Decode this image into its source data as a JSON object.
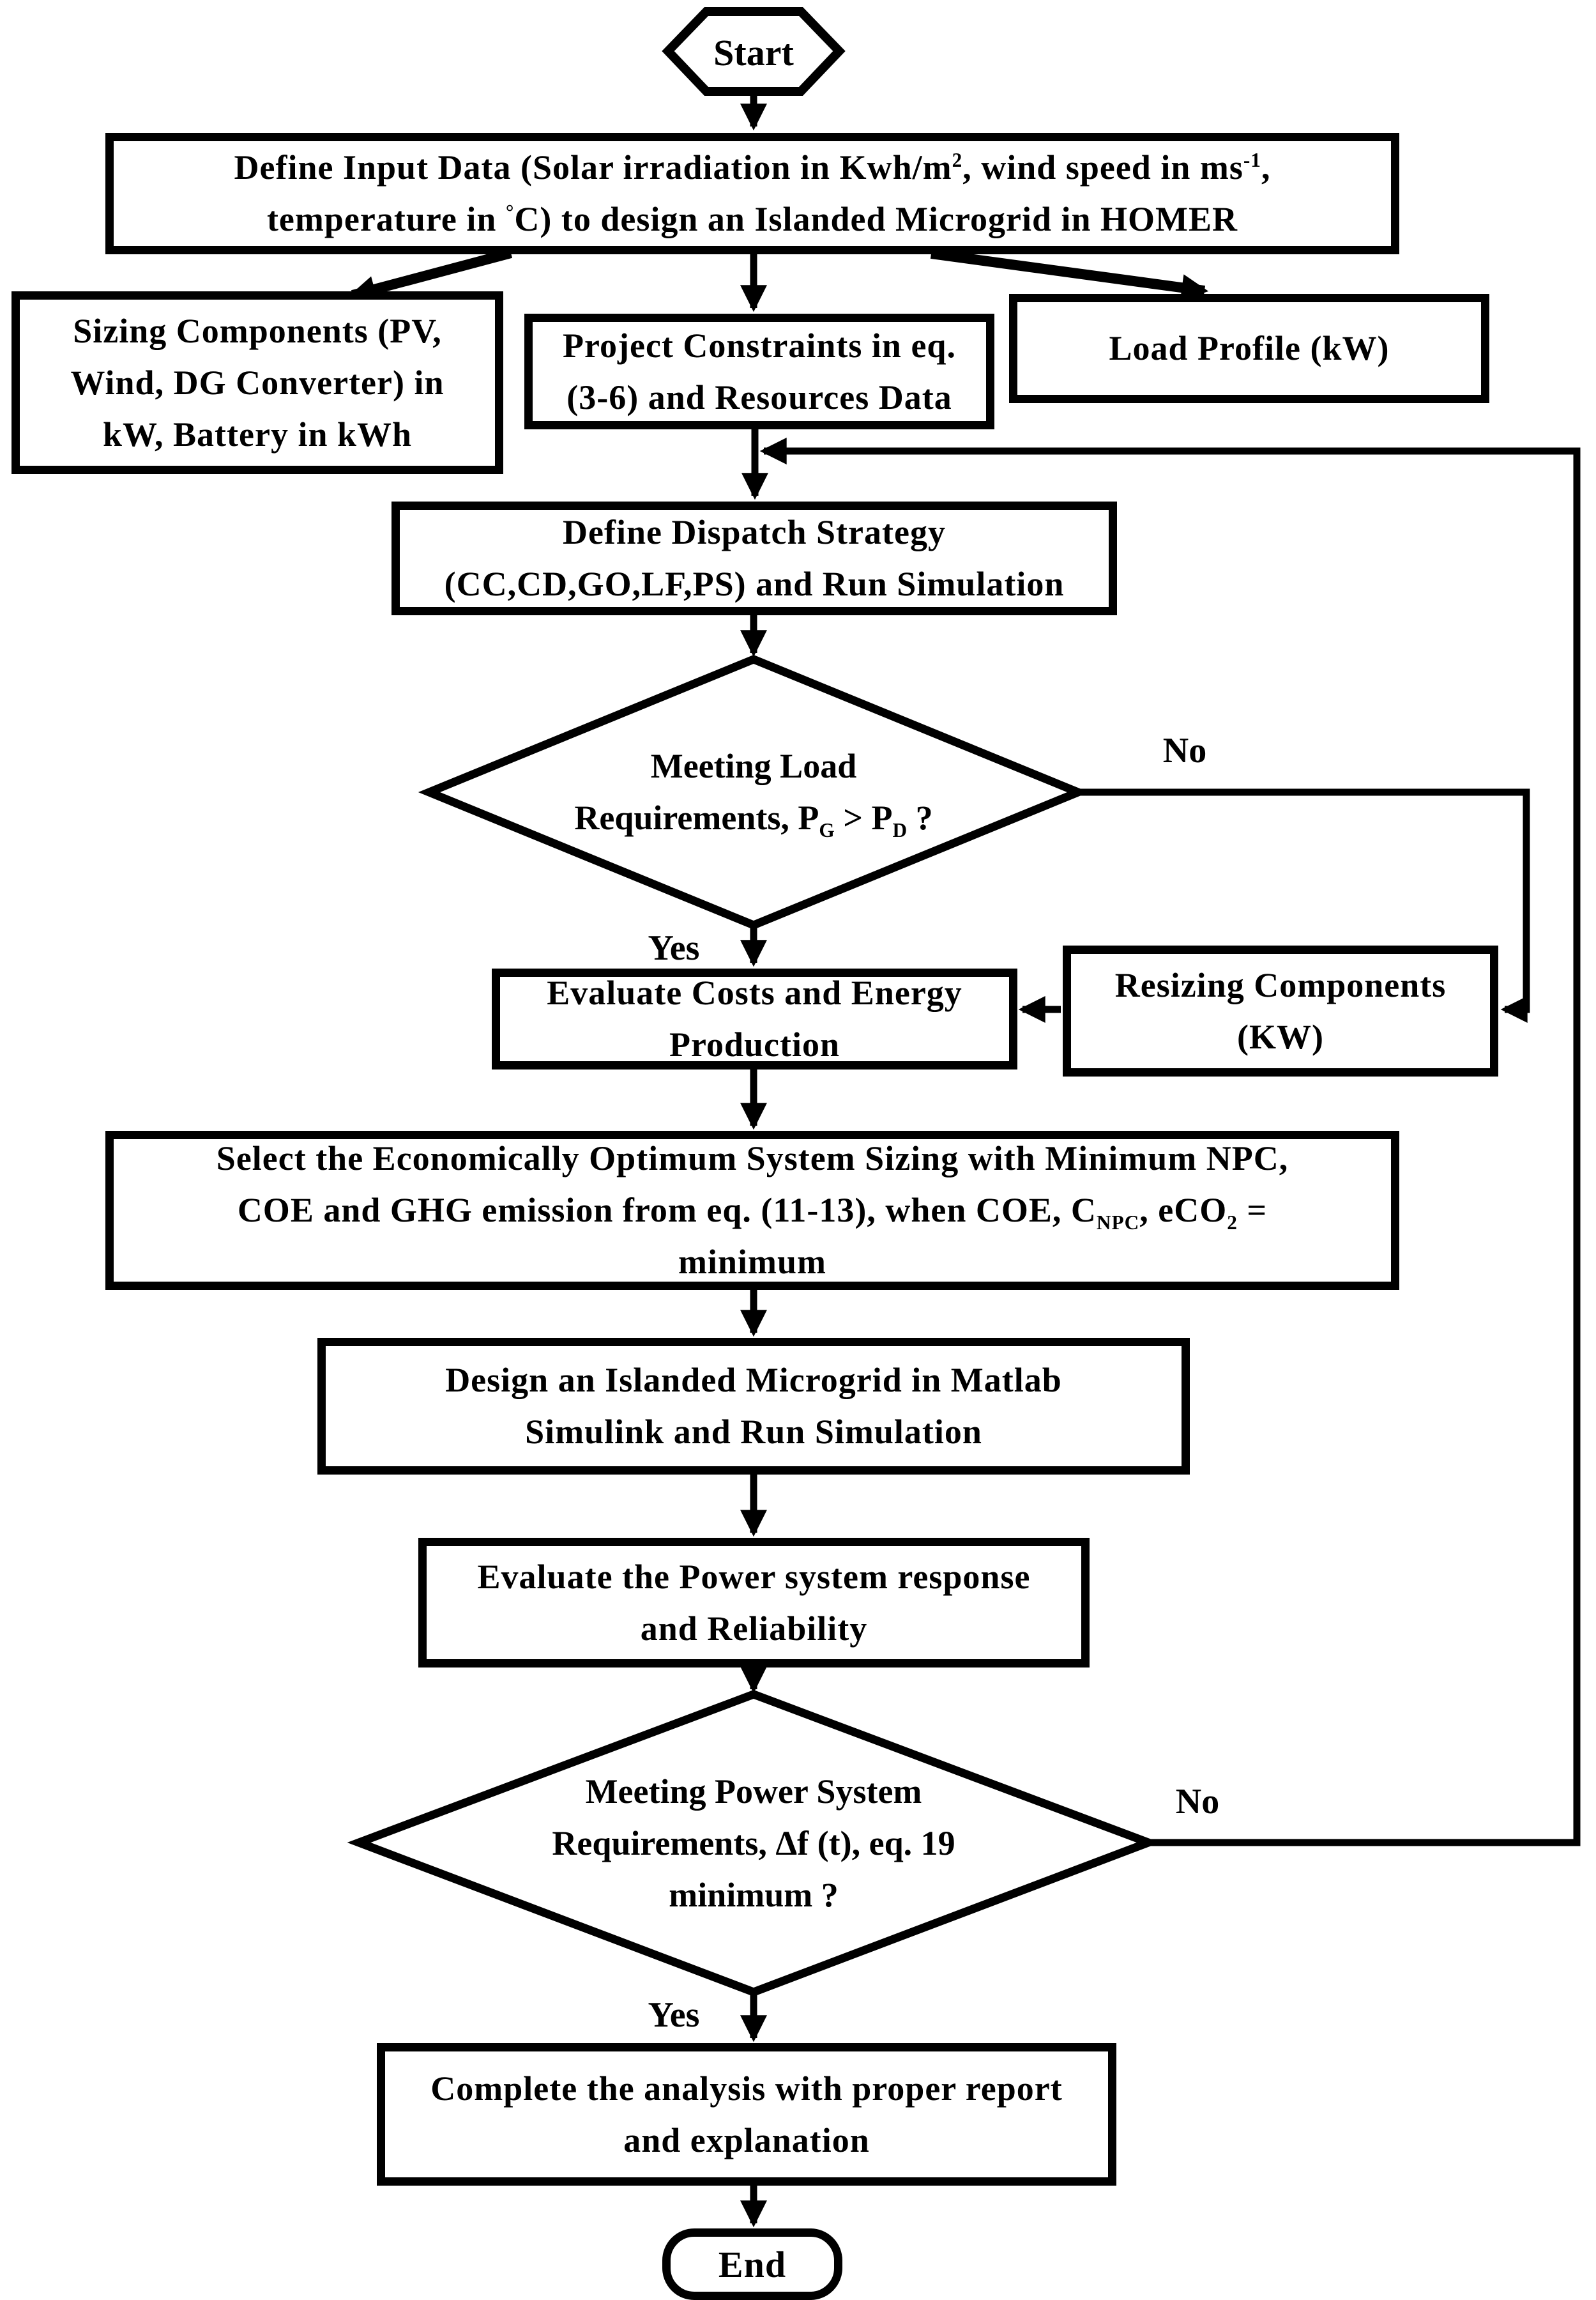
{
  "diagram": {
    "colors": {
      "ink": "#000000",
      "paper": "#ffffff"
    },
    "nodes": {
      "start": "Start",
      "define_input": "Define Input Data (Solar irradiation in Kwh/m^2^, wind speed in ms^-1^,\ntemperature in ^°^C) to design an Islanded Microgrid in HOMER",
      "sizing": "Sizing Components (PV,\nWind, DG Converter) in\nkW, Battery in kWh",
      "constraints": "Project Constraints in eq.\n(3-6) and Resources Data",
      "load_profile": "Load Profile (kW)",
      "dispatch": "Define Dispatch Strategy\n(CC,CD,GO,LF,PS) and Run Simulation",
      "decision_load": "Meeting Load\nRequirements, P~G~ > P~D~ ?",
      "evaluate_costs": "Evaluate Costs and Energy\nProduction",
      "resizing": "Resizing Components\n(KW)",
      "select_optimum": "Select the Economically Optimum System Sizing with Minimum NPC,\nCOE and GHG emission from eq. (11-13), when COE, C~NPC~, eCO~2~ =\nminimum",
      "design_simulink": "Design an Islanded Microgrid in Matlab\nSimulink and Run Simulation",
      "evaluate_response": "Evaluate the Power system response\nand Reliability",
      "decision_power": "Meeting Power System\nRequirements, Δf (t), eq. 19\nminimum ?",
      "complete": "Complete the analysis with proper report\nand explanation",
      "end": "End"
    },
    "edge_labels": {
      "load_yes": "Yes",
      "load_no": "No",
      "power_yes": "Yes",
      "power_no": "No"
    }
  }
}
